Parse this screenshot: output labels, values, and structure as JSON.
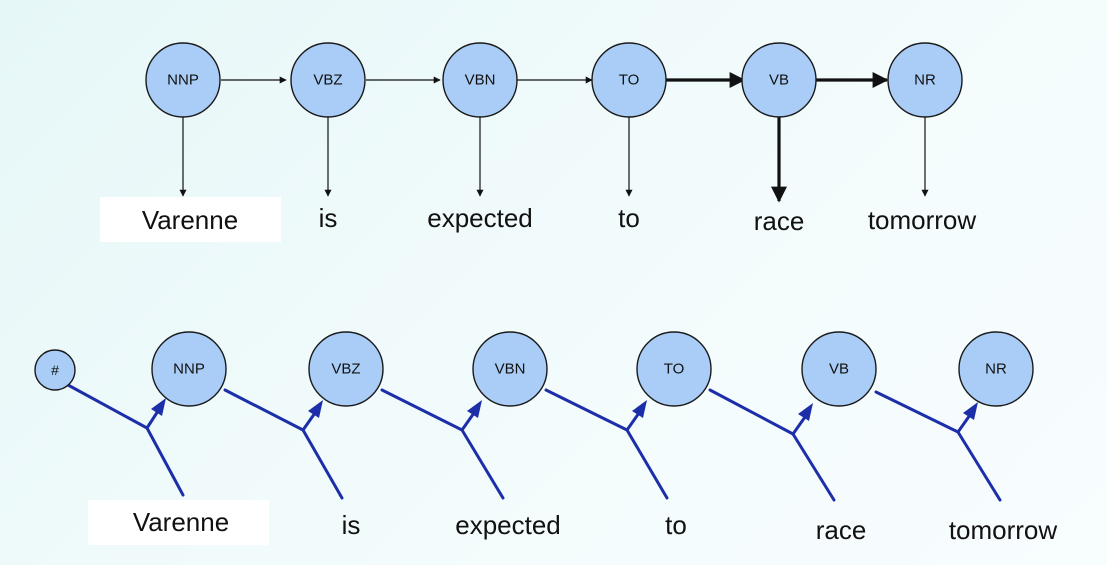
{
  "top_diagram": {
    "tags": [
      "NNP",
      "VBZ",
      "VBN",
      "TO",
      "VB",
      "NR"
    ],
    "words": [
      "Varenne",
      "is",
      "expected",
      "to",
      "race",
      "tomorrow"
    ],
    "highlighted_tags": [
      "VB"
    ],
    "highlighted_transitions": [
      "TO-VB",
      "VB-NR"
    ]
  },
  "bottom_diagram": {
    "start_symbol": "#",
    "tags": [
      "NNP",
      "VBZ",
      "VBN",
      "TO",
      "VB",
      "NR"
    ],
    "words": [
      "Varenne",
      "is",
      "expected",
      "to",
      "race",
      "tomorrow"
    ]
  },
  "colors": {
    "node_fill": "#a9cdf7",
    "factor_lines": "#1c2fa8",
    "background": "#e6f7f7"
  }
}
